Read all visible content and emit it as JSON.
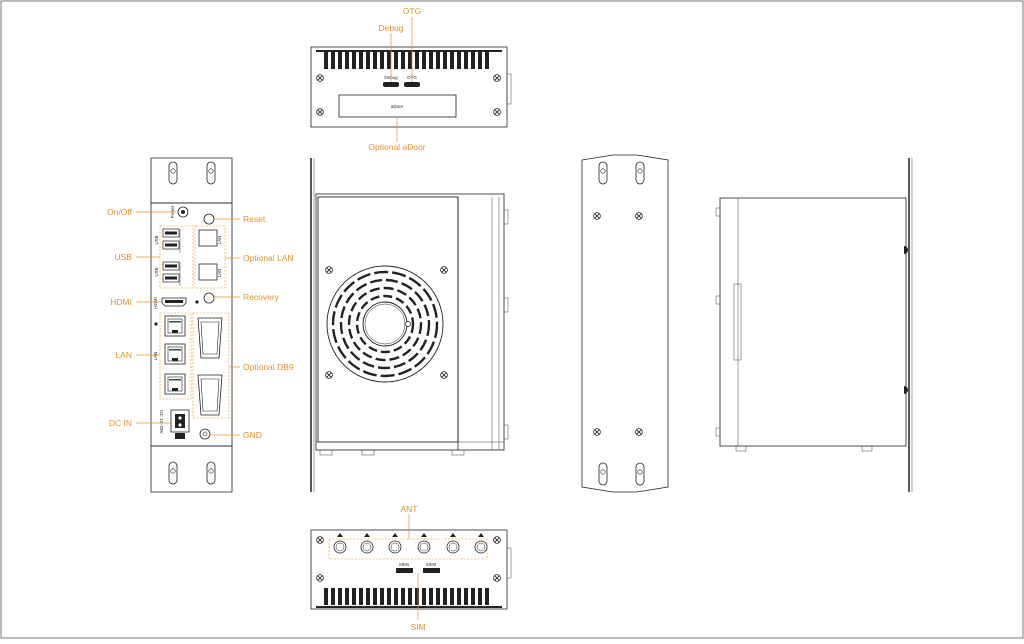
{
  "drawing": {
    "callouts": {
      "otg": "OTG",
      "debug": "Debug",
      "optional_adoor": "Optional aDoor",
      "on_off": "On/Off",
      "reset": "Reset",
      "usb": "USB",
      "optional_lan": "Optional LAN",
      "hdmi": "HDMI",
      "recovery": "Recovery",
      "lan": "LAN",
      "optional_db9": "Optional DB9",
      "dc_in": "DC IN",
      "gnd": "GND",
      "ant": "ANT",
      "sim": "SIM"
    },
    "panel_text": {
      "debug_port": "Debug",
      "otg_port": "OTG",
      "adoor": "aDoor",
      "power": "Power",
      "usb": "USB",
      "lan": "LAN",
      "hdmi": "HDMI",
      "dc_rating": "DC 12~28V",
      "sim1": "SIM1",
      "sim2": "SIM2"
    },
    "colors": {
      "callout": "#e8902a",
      "line": "#222222"
    }
  }
}
